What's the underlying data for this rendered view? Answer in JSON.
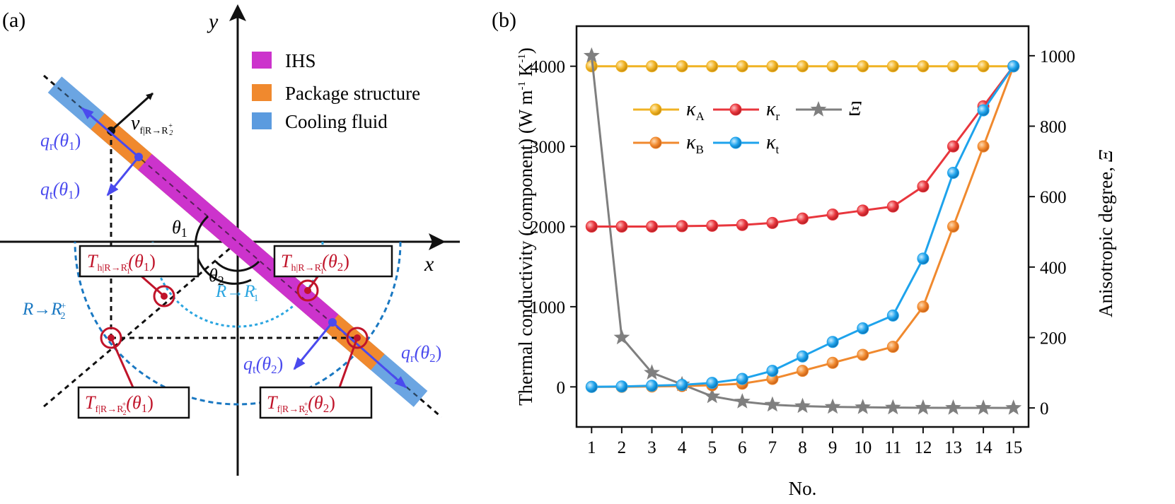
{
  "panel_a": {
    "label": "(a)",
    "x_axis": "x",
    "y_axis": "y",
    "theta1": "θ",
    "theta1_sub": "1",
    "theta2": "θ",
    "theta2_sub": "2",
    "legend": [
      {
        "label": "IHS",
        "color": "#cc33cc"
      },
      {
        "label": "Package structure",
        "color": "#f0892e"
      },
      {
        "label": "Cooling fluid",
        "color": "#5b9bdf"
      }
    ],
    "vel": {
      "main": "v",
      "sub": "f|R→R",
      "sub2": "2",
      "sup": "+"
    },
    "qr1": {
      "main": "q",
      "sub": "r",
      "arg": "(θ",
      "argsub": "1",
      "close": ")"
    },
    "qt1": {
      "main": "q",
      "sub": "t",
      "arg": "(θ",
      "argsub": "1",
      "close": ")"
    },
    "qr2": {
      "main": "q",
      "sub": "r",
      "arg": "(θ",
      "argsub": "2",
      "close": ")"
    },
    "qt2": {
      "main": "q",
      "sub": "t",
      "arg": "(θ",
      "argsub": "2",
      "close": ")"
    },
    "R2": {
      "pre": "R→R",
      "sub": "2",
      "sup": "+"
    },
    "R1": {
      "pre": "R→R",
      "sub": "1",
      "sup": "-"
    },
    "box_th1": {
      "T": "T",
      "sub": "h|R→R",
      "sub2": "1",
      "sup": "-",
      "arg": "(θ",
      "argsub": "1",
      "close": ")"
    },
    "box_th2": {
      "T": "T",
      "sub": "h|R→R",
      "sub2": "1",
      "sup": "-",
      "arg": "(θ",
      "argsub": "2",
      "close": ")"
    },
    "box_tf1": {
      "T": "T",
      "sub": "f|R→R",
      "sub2": "2",
      "sup": "+",
      "arg": "(θ",
      "argsub": "1",
      "close": ")"
    },
    "box_tf2": {
      "T": "T",
      "sub": "f|R→R",
      "sub2": "2",
      "sup": "+",
      "arg": "(θ",
      "argsub": "2",
      "close": ")"
    }
  },
  "panel_b": {
    "label": "(b)"
  },
  "colors": {
    "kA": "#f0b324",
    "kB": "#f0892e",
    "kr": "#e8363d",
    "kt": "#1ea3ec",
    "xi": "#7f7f7f",
    "arrow_blue": "#4a4aee",
    "crimson": "#c0142a",
    "dash_blue": "#1a78c2"
  },
  "chart_data": {
    "type": "line",
    "x": [
      1,
      2,
      3,
      4,
      5,
      6,
      7,
      8,
      9,
      10,
      11,
      12,
      13,
      14,
      15
    ],
    "xlabel": "No.",
    "ylabel": "Thermal conductivity (component) (W m",
    "ylabel_sup1": "-1",
    "ylabel_mid": " K",
    "ylabel_sup2": "-1",
    "ylabel_end": ")",
    "y2label": "Anisotropic degree, ",
    "y2label_sym": "Ξ",
    "xlim": [
      0.5,
      15.5
    ],
    "ylim": [
      -500,
      4500
    ],
    "y2lim": [
      -54,
      1084
    ],
    "yticks": [
      0,
      1000,
      2000,
      3000,
      4000
    ],
    "y2ticks": [
      0,
      200,
      400,
      600,
      800,
      1000
    ],
    "xticks": [
      1,
      2,
      3,
      4,
      5,
      6,
      7,
      8,
      9,
      10,
      11,
      12,
      13,
      14,
      15
    ],
    "series": [
      {
        "name": "κ",
        "sub": "A",
        "key": "kA",
        "axis": "left",
        "marker": "circle",
        "values": [
          4000,
          4000,
          4000,
          4000,
          4000,
          4000,
          4000,
          4000,
          4000,
          4000,
          4000,
          4000,
          4000,
          4000,
          4000
        ]
      },
      {
        "name": "κ",
        "sub": "r",
        "key": "kr",
        "axis": "left",
        "marker": "circle",
        "values": [
          2000,
          2000,
          2000,
          2005,
          2010,
          2020,
          2045,
          2100,
          2150,
          2200,
          2250,
          2500,
          3000,
          3500,
          4000
        ]
      },
      {
        "name": "Ξ",
        "sub": "",
        "key": "xi",
        "axis": "right",
        "marker": "star",
        "values": [
          1000,
          200,
          100,
          67,
          33,
          18,
          9,
          5,
          3,
          2,
          1,
          0.5,
          0.3,
          0.1,
          0
        ]
      },
      {
        "name": "κ",
        "sub": "B",
        "key": "kB",
        "axis": "left",
        "marker": "circle",
        "values": [
          0,
          0,
          5,
          10,
          20,
          40,
          100,
          200,
          300,
          400,
          500,
          1000,
          2000,
          3000,
          4000
        ]
      },
      {
        "name": "κ",
        "sub": "t",
        "key": "kt",
        "axis": "left",
        "marker": "circle",
        "values": [
          0,
          5,
          15,
          25,
          50,
          100,
          200,
          380,
          560,
          730,
          890,
          1600,
          2670,
          3450,
          4000
        ]
      }
    ]
  }
}
